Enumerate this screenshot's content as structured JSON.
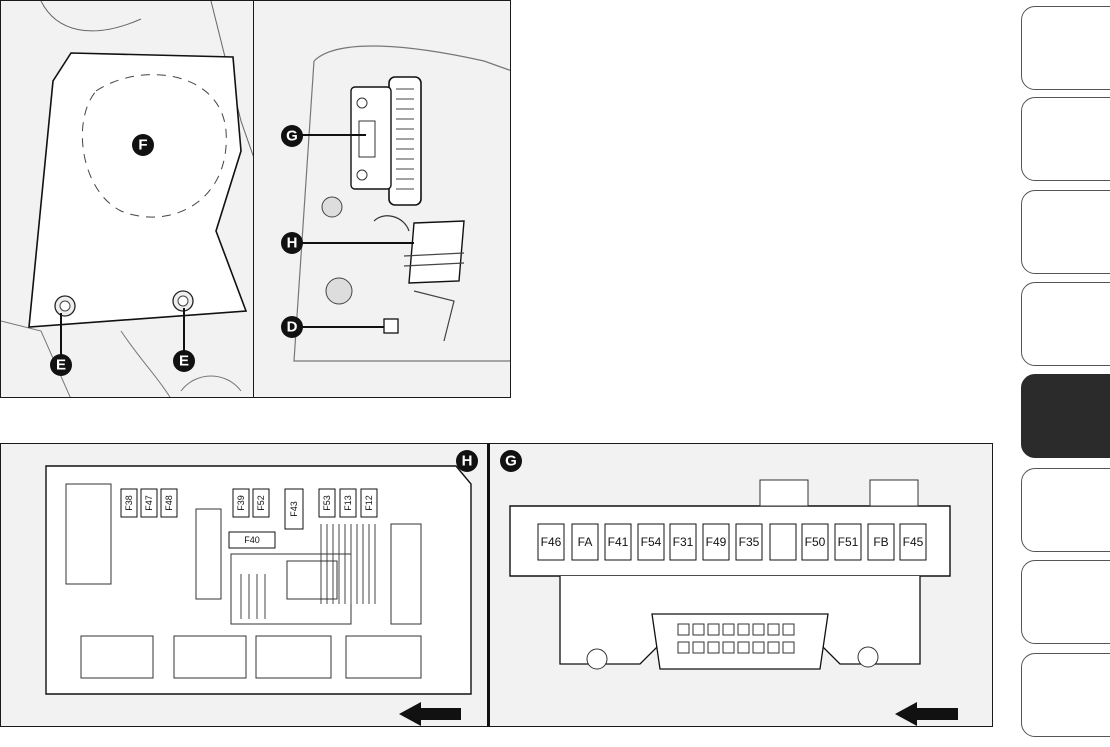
{
  "top_photo": {
    "label_cover": "F",
    "label_screws_left": "E",
    "label_screws_right": "E",
    "label_connector": "G",
    "label_fusebox": "H",
    "label_plug": "D"
  },
  "fusebox_h": {
    "label": "H",
    "fuses_small": [
      "F38",
      "F47",
      "F48",
      "F39",
      "F52",
      "F43",
      "F53",
      "F13",
      "F12"
    ],
    "fuse_wide": "F40"
  },
  "connector_g": {
    "label": "G",
    "fuses": [
      "F46",
      "FA",
      "F41",
      "F54",
      "F31",
      "F49",
      "F35",
      "",
      "F50",
      "F51",
      "FB",
      "F45"
    ]
  },
  "side_tabs": {
    "count": 8,
    "active_index": 4
  },
  "colors": {
    "ink": "#1a1a1a",
    "panel": "#f2f2f2",
    "active_tab": "#2b2b2b"
  }
}
